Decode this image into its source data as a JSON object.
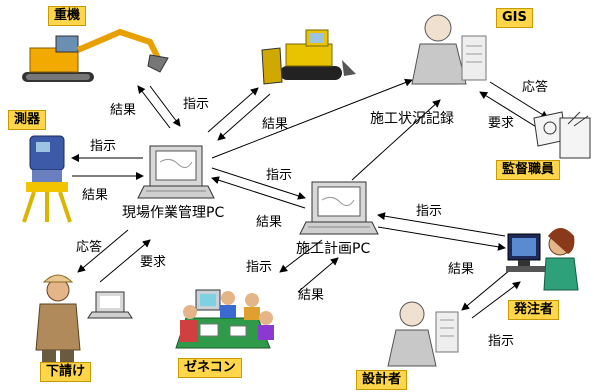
{
  "actors": {
    "heavy_machinery": "重機",
    "surveying": "測器",
    "subcontractor": "下請け",
    "general_contractor": "ゼネコン",
    "designer": "設計者",
    "gis": "GIS",
    "supervisor": "監督職員",
    "orderer": "発注者"
  },
  "computers": {
    "site_pc": "現場作業管理PC",
    "planning_pc": "施工計画PC"
  },
  "flows": {
    "machinery_result": "結果",
    "machinery_instruction": "指示",
    "bulldozer_result": "結果",
    "survey_instruction": "指示",
    "survey_result": "結果",
    "subcontractor_response": "応答",
    "subcontractor_request": "要求",
    "site_planning_instruction": "指示",
    "site_planning_result": "結果",
    "contractor_instruction": "指示",
    "contractor_result": "結果",
    "construction_record": "施工状況記録",
    "gis_response": "応答",
    "gis_request": "要求",
    "orderer_instruction": "指示",
    "orderer_result": "結果",
    "designer_instruction": "指示"
  }
}
